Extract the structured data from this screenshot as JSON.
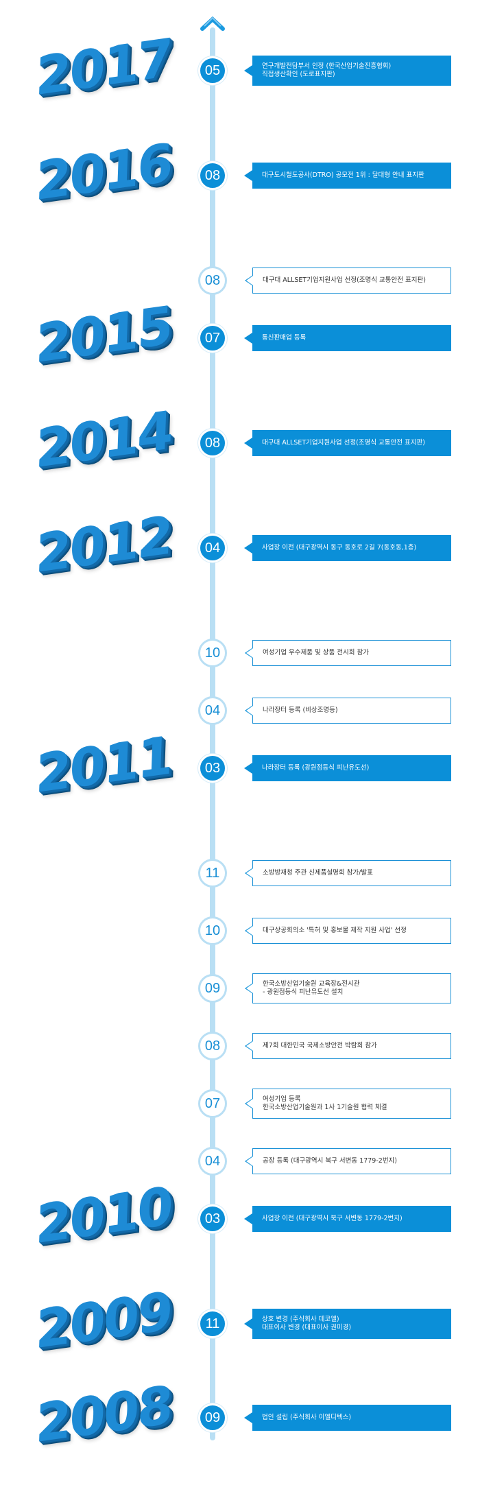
{
  "years": [
    {
      "label": "2017",
      "anchor": 0
    },
    {
      "label": "2016",
      "anchor": 1
    },
    {
      "label": "2015",
      "anchor": 3
    },
    {
      "label": "2014",
      "anchor": 4
    },
    {
      "label": "2012",
      "anchor": 5
    },
    {
      "label": "2011",
      "anchor": 8
    },
    {
      "label": "2010",
      "anchor": 16
    },
    {
      "label": "2009",
      "anchor": 17
    },
    {
      "label": "2008",
      "anchor": 18
    }
  ],
  "events": [
    {
      "month": "05",
      "style": "filled",
      "text": "연구개발전담부서 인정 (한국산업기술진흥협회)\n직접생산확인 (도로표지판)"
    },
    {
      "month": "08",
      "style": "filled",
      "text": "대구도시철도공사(DTRO) 공모전 1위 : 달대형 안내 표지판"
    },
    {
      "month": "08",
      "style": "outline",
      "text": "대구대 ALLSET기업지원사업 선정(조명식 교통안전 표지판)"
    },
    {
      "month": "07",
      "style": "filled",
      "text": "통신판매업 등록"
    },
    {
      "month": "08",
      "style": "filled",
      "text": "대구대 ALLSET기업지원사업 선정(조명식 교통안전 표지판)"
    },
    {
      "month": "04",
      "style": "filled",
      "text": "사업장 이전 (대구광역시 동구 동호로 2길 7(동호동,1층)"
    },
    {
      "month": "10",
      "style": "outline",
      "text": "여성기업 우수제품 및 상품 전시회 참가"
    },
    {
      "month": "04",
      "style": "outline",
      "text": "나라장터 등록  (비상조명등)"
    },
    {
      "month": "03",
      "style": "filled",
      "text": "나라장터 등록 (광원점등식 피난유도선)"
    },
    {
      "month": "11",
      "style": "outline",
      "text": "소방방재청 주관 신제품설명회 참가/발표"
    },
    {
      "month": "10",
      "style": "outline",
      "text": "대구상공회의소 '특허 및 홍보물 제작 지원 사업' 선정"
    },
    {
      "month": "09",
      "style": "outline",
      "text": "한국소방산업기술원 교육장&전시관\n- 광원점등식 피난유도선 설치"
    },
    {
      "month": "08",
      "style": "outline",
      "text": "제7회 대한민국 국제소방안전 박람회 참가"
    },
    {
      "month": "07",
      "style": "outline",
      "text": "여성기업 등록\n한국소방산업기술원과 1사 1기술원 협력 체결"
    },
    {
      "month": "04",
      "style": "outline",
      "text": "공장 등록 (대구광역시 북구 서변동 1779-2번지)"
    },
    {
      "month": "03",
      "style": "filled",
      "text": "사업장 이전 (대구광역시 북구 서변동 1779-2번지)"
    },
    {
      "month": "11",
      "style": "filled",
      "text": "상호 변경 (주식회사 데코엘)\n대표이사 변경 (대표이사 권미경)"
    },
    {
      "month": "09",
      "style": "filled",
      "text": "법인 설립  (주식회사 이엘디텍스)"
    }
  ],
  "colors": {
    "accent": "#0b8fd8",
    "spine": "#b9dff4"
  }
}
